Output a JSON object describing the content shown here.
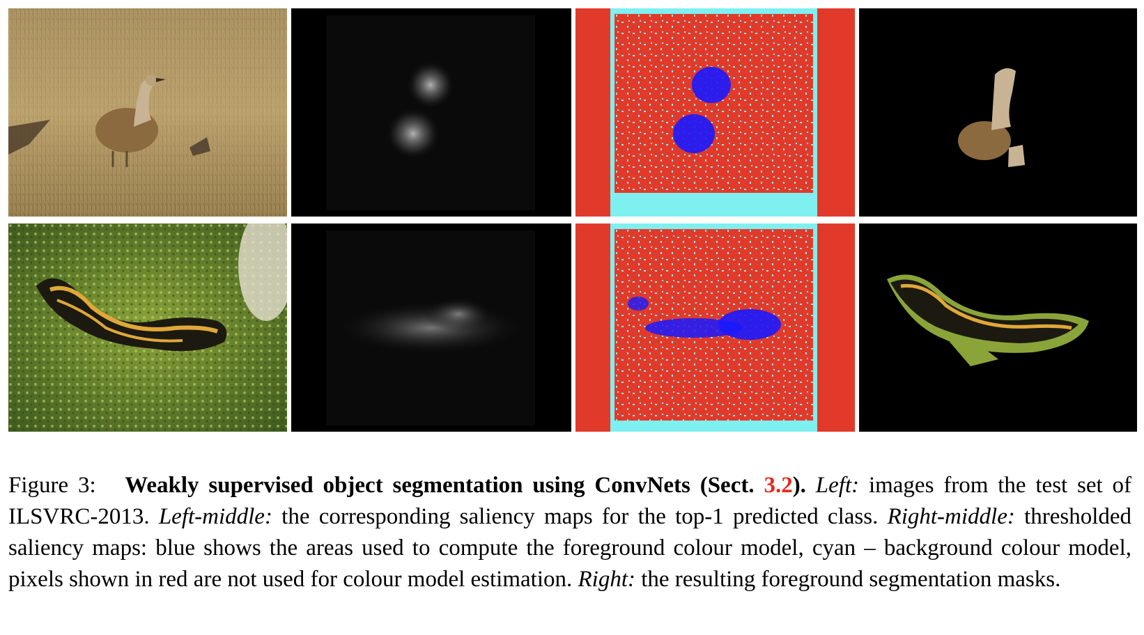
{
  "figure": {
    "rows": [
      {
        "subject": "bird",
        "columns": [
          "photo",
          "saliency-map",
          "thresholded-saliency-map",
          "segmentation-mask"
        ]
      },
      {
        "subject": "salamander",
        "columns": [
          "photo",
          "saliency-map",
          "thresholded-saliency-map",
          "segmentation-mask"
        ]
      }
    ],
    "colors": {
      "foreground": "#1a1aff",
      "background": "#7ff0f0",
      "unused": "#e23a2a",
      "mask_bg": "#000000"
    }
  },
  "caption": {
    "label": "Figure 3:",
    "title_before_ref": "Weakly supervised object segmentation using ConvNets (Sect.",
    "ref": "3.2",
    "title_after_ref": ").",
    "left_label": "Left:",
    "left_text": "images from the test set of ILSVRC-2013.",
    "left_middle_label": "Left-middle:",
    "left_middle_text": "the corresponding saliency maps for the top-1 predicted class.",
    "right_middle_label": "Right-middle:",
    "right_middle_text": "thresholded saliency maps: blue shows the areas used to compute the foreground colour model, cyan – background colour model, pixels shown in red are not used for colour model estimation.",
    "right_label": "Right:",
    "right_text": "the resulting foreground segmentation masks."
  }
}
